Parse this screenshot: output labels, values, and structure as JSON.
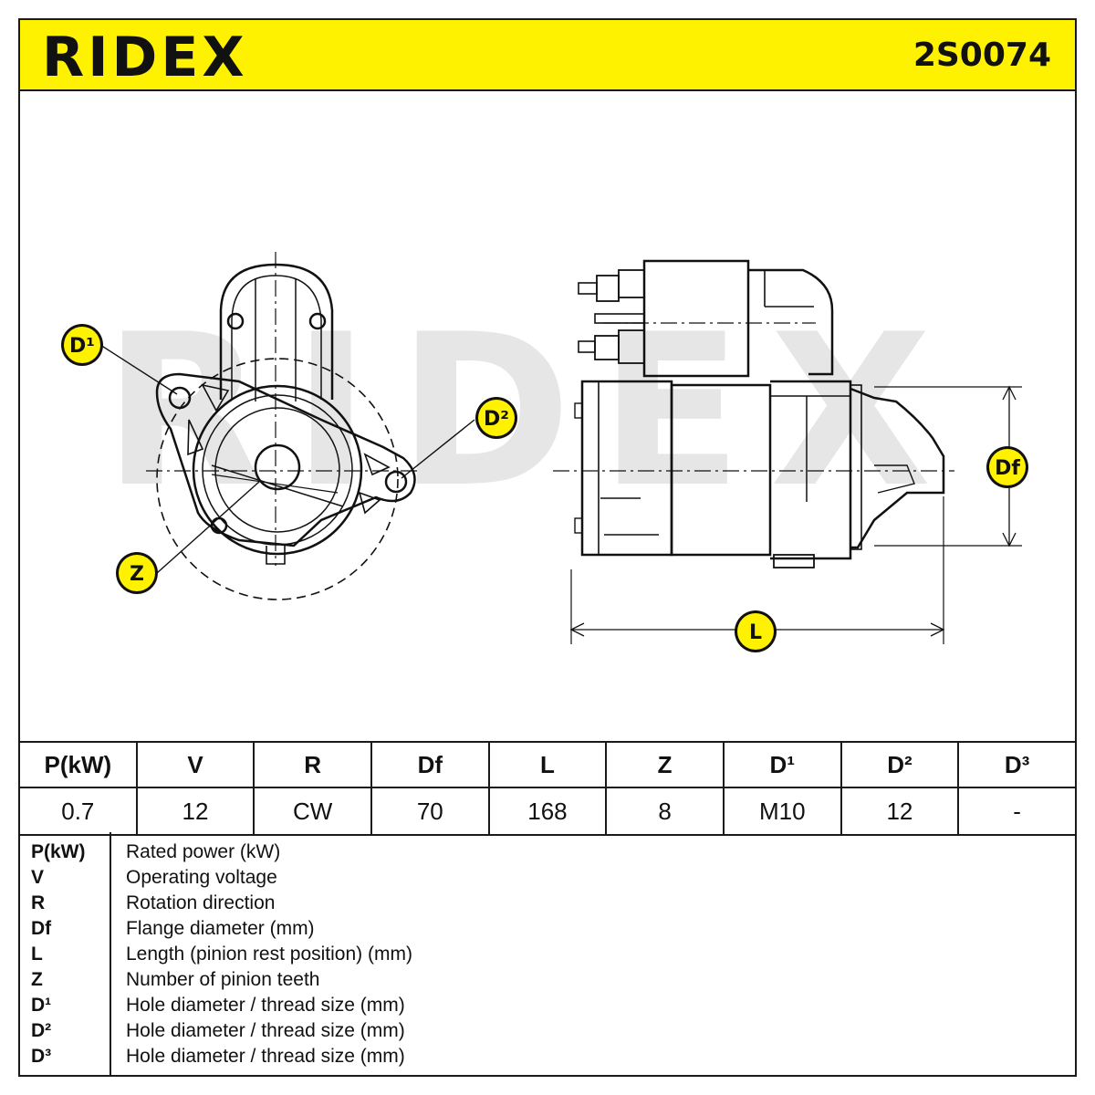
{
  "header": {
    "brand": "RIDEX",
    "part_number": "2S0074",
    "bar_color": "#fff200"
  },
  "drawing": {
    "watermark": "RIDEX",
    "badges": {
      "d1": "D¹",
      "d2": "D²",
      "z": "Z",
      "df": "Df",
      "l": "L"
    },
    "badge_color": "#fff200"
  },
  "specs": {
    "headers": [
      "P(kW)",
      "V",
      "R",
      "Df",
      "L",
      "Z",
      "D¹",
      "D²",
      "D³"
    ],
    "values": [
      "0.7",
      "12",
      "CW",
      "70",
      "168",
      "8",
      "M10",
      "12",
      "-"
    ]
  },
  "legend": [
    {
      "symbol": "P(kW)",
      "description": "Rated power (kW)"
    },
    {
      "symbol": "V",
      "description": "Operating voltage"
    },
    {
      "symbol": "R",
      "description": "Rotation direction"
    },
    {
      "symbol": "Df",
      "description": "Flange diameter (mm)"
    },
    {
      "symbol": "L",
      "description": "Length (pinion rest position) (mm)"
    },
    {
      "symbol": "Z",
      "description": "Number of pinion teeth"
    },
    {
      "symbol": "D¹",
      "description": "Hole diameter / thread size (mm)"
    },
    {
      "symbol": "D²",
      "description": "Hole diameter / thread size (mm)"
    },
    {
      "symbol": "D³",
      "description": "Hole diameter / thread size (mm)"
    }
  ]
}
